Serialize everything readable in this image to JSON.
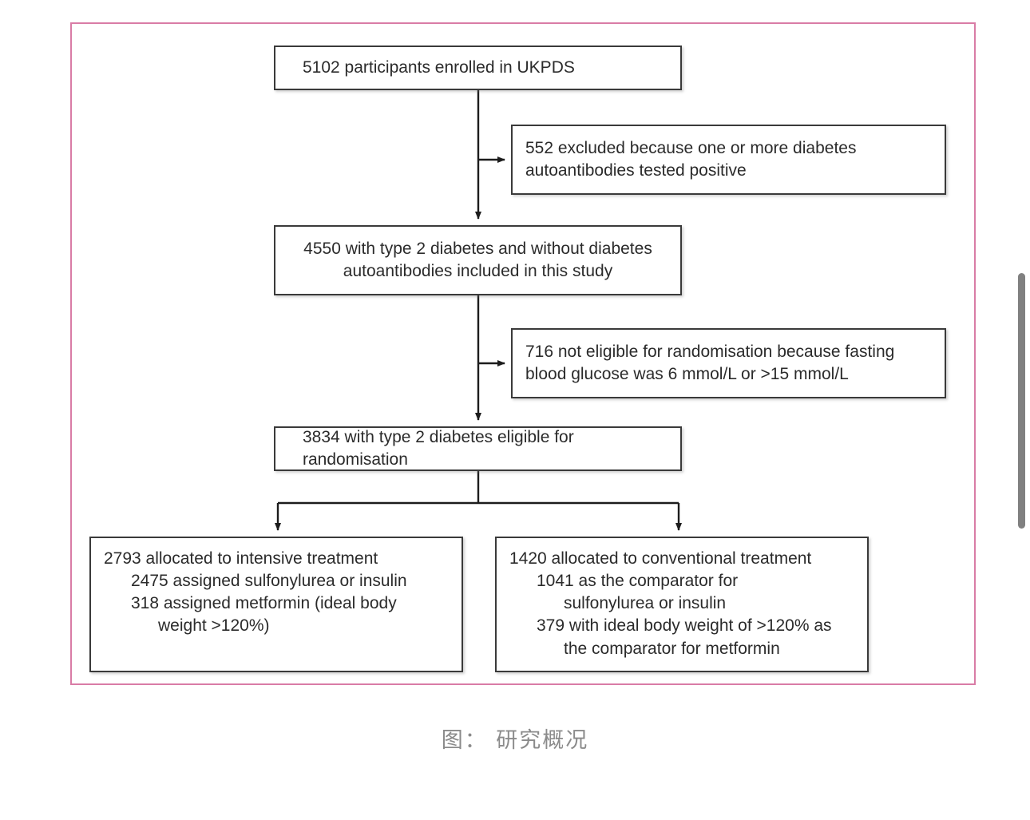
{
  "figure": {
    "caption": "图： 研究概况",
    "border_color": "#d97ca6",
    "box_border_color": "#3a3a3a",
    "text_color": "#2b2b2b",
    "caption_color": "#8b8b8b"
  },
  "flowchart": {
    "type": "consort-flow-diagram",
    "nodes": {
      "enrolled": {
        "label": "5102 participants enrolled in UKPDS",
        "count": 5102
      },
      "excluded_antibodies": {
        "label": "552 excluded because one or more diabetes\n    autoantibodies tested positive",
        "count": 552
      },
      "included": {
        "label": "4550 with type 2 diabetes and without diabetes\nautoantibodies included in this study",
        "count": 4550
      },
      "not_eligible": {
        "label": "716 not eligible for randomisation because fasting\n    blood glucose was 6 mmol/L or >15 mmol/L",
        "count": 716
      },
      "eligible": {
        "label": "3834 with type 2 diabetes eligible for randomisation",
        "count": 3834
      },
      "intensive": {
        "count": 2793,
        "lines": [
          "2793 allocated to intensive treatment",
          "2475 assigned sulfonylurea or insulin",
          "318 assigned metformin (ideal body",
          "weight >120%)"
        ]
      },
      "conventional": {
        "count": 1420,
        "lines": [
          "1420 allocated to conventional treatment",
          "1041 as the comparator for",
          "sulfonylurea or insulin",
          "379 with ideal body weight of >120% as",
          "the comparator for metformin"
        ]
      }
    }
  },
  "scrollbar": {
    "thumb_color": "#808080"
  }
}
